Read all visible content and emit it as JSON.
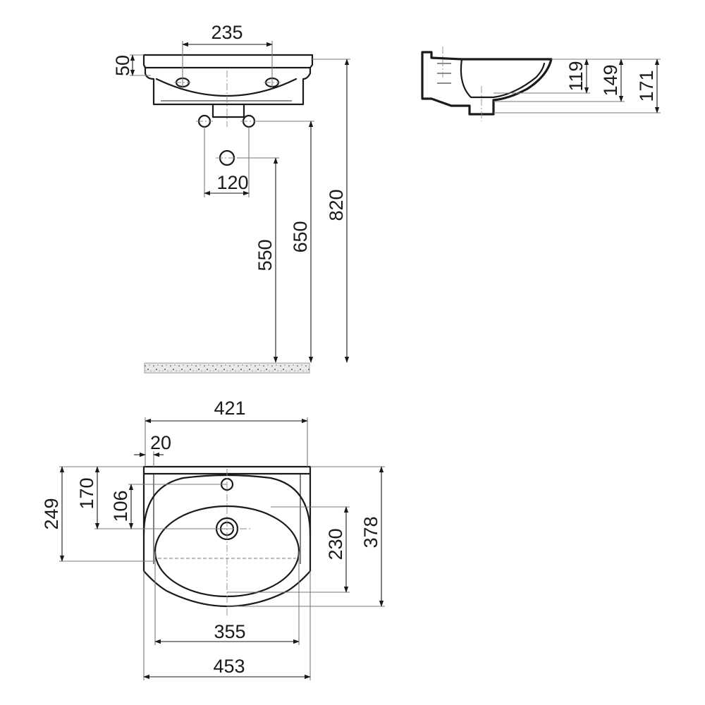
{
  "front_view": {
    "tap_hole_spacing": "235",
    "rim_thickness": "50",
    "waste_spacing": "120",
    "waste_height": "550",
    "tap_height": "650",
    "rim_height": "820"
  },
  "side_view": {
    "depth_inner": "119",
    "depth_middle": "149",
    "depth_total": "171"
  },
  "top_view": {
    "width_top": "421",
    "wall_offset": "20",
    "depth_249": "249",
    "depth_170": "170",
    "depth_106": "106",
    "bowl_depth": "230",
    "overall_depth": "378",
    "bowl_width": "355",
    "overall_width": "453"
  }
}
